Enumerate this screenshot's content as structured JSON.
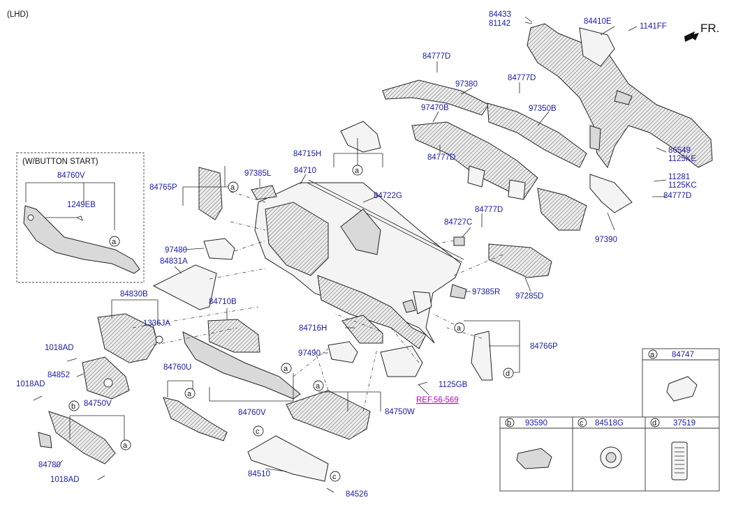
{
  "diagram": {
    "header_note": "(LHD)",
    "direction_label": "FR.",
    "reference_link": "REF.56-569",
    "inset": {
      "title": "(W/BUTTON START)",
      "parts": [
        "84760V",
        "1249EB"
      ],
      "callout": "a"
    },
    "part_labels": [
      "84433",
      "81142",
      "84410E",
      "1141FF",
      "84777D",
      "97380",
      "84777D",
      "97470B",
      "97350B",
      "84777D",
      "86549",
      "1125KE",
      "11281",
      "1125KC",
      "84777D",
      "84715H",
      "84710",
      "97385L",
      "84765P",
      "84722G",
      "84727C",
      "84777D",
      "97390",
      "97480",
      "84831A",
      "97285D",
      "84830B",
      "84710B",
      "97385R",
      "1336JA",
      "84716H",
      "84766P",
      "1018AD",
      "84852",
      "97490",
      "1125GB",
      "1018AD",
      "84760U",
      "84760V",
      "84750V",
      "84750W",
      "84780",
      "1018AD",
      "84510",
      "84526"
    ],
    "callouts": [
      "a",
      "a",
      "a",
      "a",
      "a",
      "a",
      "a",
      "b",
      "c",
      "c",
      "d"
    ],
    "legend": [
      {
        "key": "a",
        "part": "84747"
      },
      {
        "key": "b",
        "part": "93590"
      },
      {
        "key": "c",
        "part": "84518G"
      },
      {
        "key": "d",
        "part": "37519"
      }
    ]
  }
}
